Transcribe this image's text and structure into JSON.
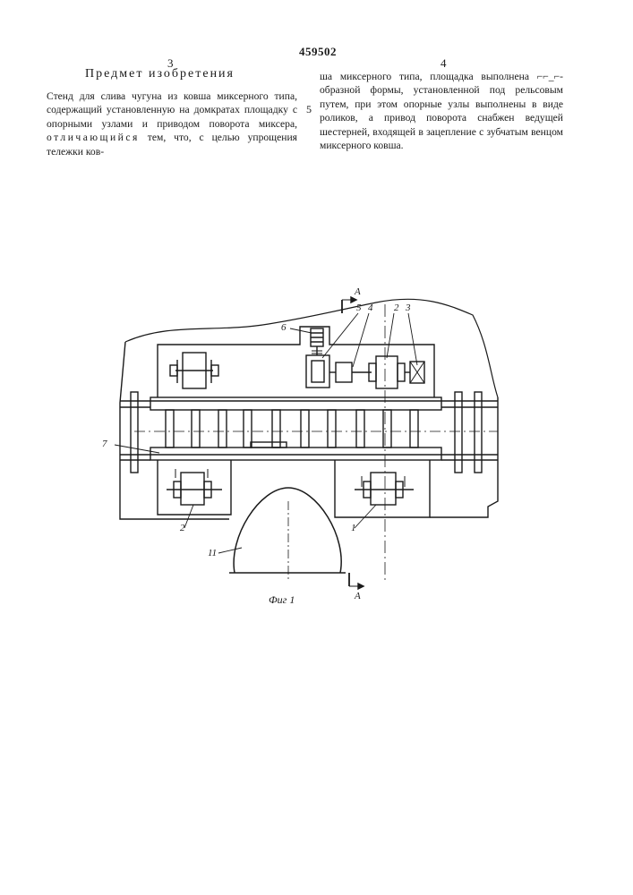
{
  "patent_number": "459502",
  "column_numbers": {
    "left": "3",
    "right": "4"
  },
  "heading": "Предмет изобретения",
  "left_column": {
    "text_before": "Стенд для слива чугуна из ковша миксерного типа, содержащий установленную на домкратах площадку с опорными узлами и приводом поворота миксера, ",
    "spaced_word": "отличающийся",
    "text_after": " тем, что, с целью упрощения тележки ков-"
  },
  "right_column": {
    "text": "ша миксерного типа, площадка выполнена ⌐⌐_⌐-образной формы, установленной под рельсовым путем, при этом опорные узлы выполнены в виде роликов, а привод поворота снабжен ведущей шестерней, входящей в зацепление с зубчатым венцом миксерного ковша."
  },
  "line_number": "5",
  "figure": {
    "caption": "Фиг 1",
    "section_top": "А",
    "section_bottom": "А",
    "labels": {
      "l1": "1",
      "l2a": "2",
      "l2b": "2",
      "l3": "3",
      "l4": "4",
      "l5": "5",
      "l6": "6",
      "l7": "7",
      "l11": "11"
    }
  }
}
